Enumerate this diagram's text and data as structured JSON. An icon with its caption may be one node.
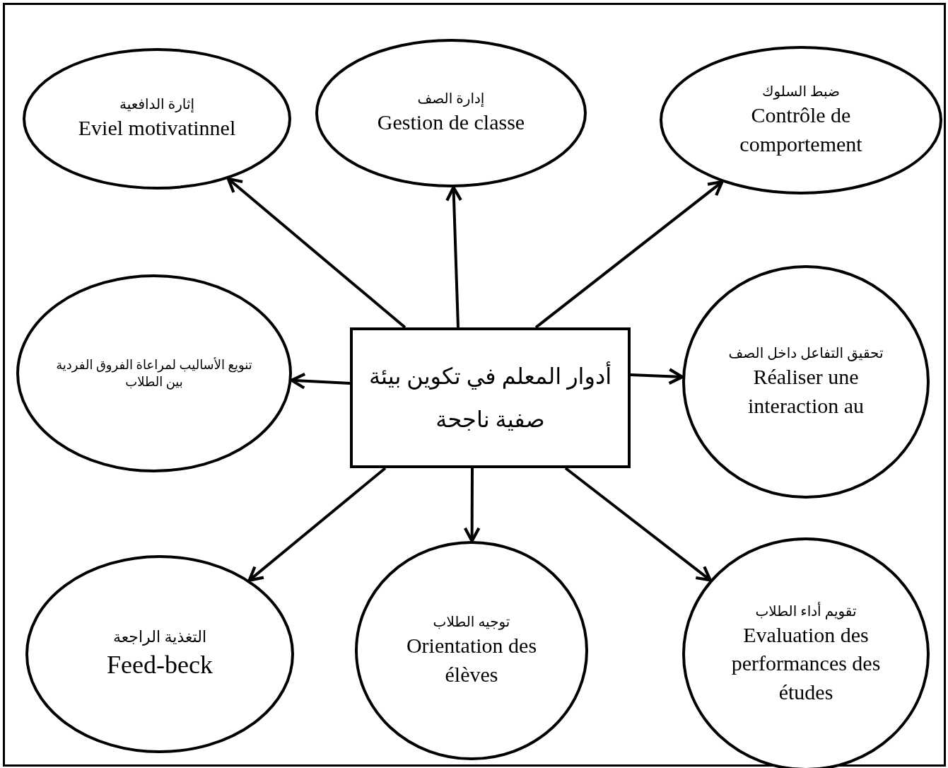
{
  "diagram": {
    "nodes": [
      {
        "text": [
          "أدوار المعلم في تكوين بيئة صفية ناجحة"
        ]
      },
      {
        "text": [
          "إثارة الدافعية",
          "Eviel motivatinnel"
        ]
      },
      {
        "text": [
          "إدارة الصف",
          "Gestion de classe"
        ]
      },
      {
        "text": [
          "ضبط السلوك",
          "Contrôle de comportement"
        ]
      },
      {
        "text": [
          "تنويع الأساليب لمراعاة الفروق الفردية بين الطلاب"
        ]
      },
      {
        "text": [
          "تحقيق التفاعل داخل الصف",
          "Réaliser une interaction au"
        ]
      },
      {
        "text": [
          "التغذية الراجعة",
          "Feed-beck"
        ]
      },
      {
        "text": [
          "توجيه الطلاب",
          "Orientation des élèves"
        ]
      },
      {
        "text": [
          "تقويم أداء الطلاب",
          "Evaluation des performances des études"
        ]
      }
    ],
    "edges": [
      {
        "from": 0,
        "to": 1,
        "arrow": "to"
      },
      {
        "from": 0,
        "to": 2,
        "arrow": "to"
      },
      {
        "from": 0,
        "to": 3,
        "arrow": "to"
      },
      {
        "from": 0,
        "to": 4,
        "arrow": "to"
      },
      {
        "from": 0,
        "to": 5,
        "arrow": "to"
      },
      {
        "from": 0,
        "to": 6,
        "arrow": "to"
      },
      {
        "from": 0,
        "to": 7,
        "arrow": "to"
      },
      {
        "from": 0,
        "to": 8,
        "arrow": "to"
      }
    ]
  }
}
